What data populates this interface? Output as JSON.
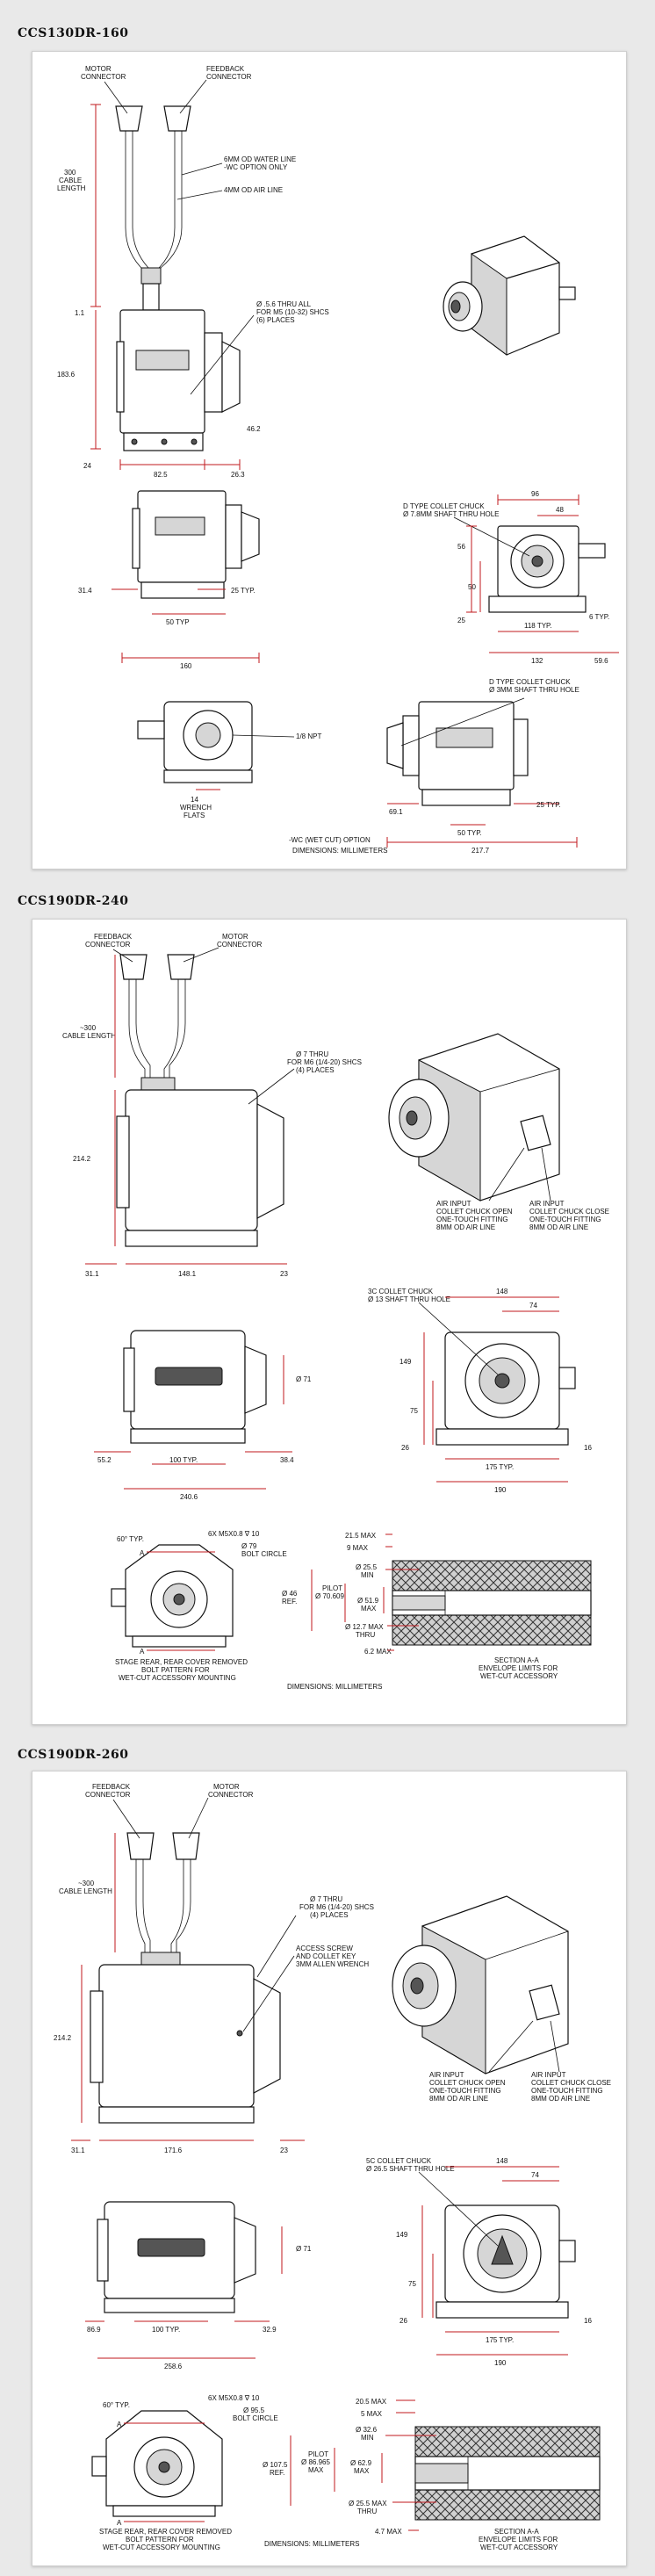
{
  "sections": [
    {
      "title": "CCS130DR-160",
      "labels": {
        "motor_connector": "MOTOR\nCONNECTOR",
        "feedback_connector": "FEEDBACK\nCONNECTOR",
        "cable_length": "300\nCABLE\nLENGTH",
        "water_line": "6MM OD WATER LINE\n-WC OPTION ONLY",
        "air_line": "4MM OD AIR LINE",
        "thru_holes": "Ø .5.6 THRU ALL\nFOR M5 (10-32) SHCS\n(6) PLACES",
        "dim_11": "1.1",
        "dim_183": "183.6",
        "dim_24": "24",
        "dim_825": "82.5",
        "dim_263": "26.3",
        "dim_462": "46.2",
        "collet_top": "D TYPE COLLET CHUCK\nØ 7.8MM SHAFT THRU HOLE",
        "dim_96": "96",
        "dim_48": "48",
        "dim_56": "56",
        "dim_50": "50",
        "dim_25": "25",
        "dim_6typ": "6 TYP.",
        "dim_118typ": "118 TYP.",
        "dim_132": "132",
        "dim_596": "59.6",
        "dim_314": "31.4",
        "dim_25typ": "25 TYP.",
        "dim_50typ": "50 TYP",
        "dim_160": "160",
        "npt": "1/8 NPT",
        "wrench": "14\nWRENCH\nFLATS",
        "collet_bottom": "D TYPE COLLET CHUCK\nØ 3MM SHAFT THRU HOLE",
        "dim_691": "69.1",
        "dim_25typ2": "25 TYP.",
        "dim_50typ2": "50 TYP.",
        "dim_2177": "217.7",
        "wc_option": "-WC (WET CUT) OPTION",
        "dimensions": "DIMENSIONS: MILLIMETERS"
      }
    },
    {
      "title": "CCS190DR-240",
      "labels": {
        "feedback_connector": "FEEDBACK\nCONNECTOR",
        "motor_connector": "MOTOR\nCONNECTOR",
        "cable_length": "~300\nCABLE LENGTH",
        "thru_holes": "Ø 7 THRU\nFOR M6 (1/4-20) SHCS\n(4) PLACES",
        "dim_2142": "214.2",
        "dim_311": "31.1",
        "dim_1481": "148.1",
        "dim_23": "23",
        "air_open": "AIR INPUT\nCOLLET CHUCK OPEN\nONE-TOUCH FITTING\n8MM OD AIR LINE",
        "air_close": "AIR INPUT\nCOLLET CHUCK CLOSE\nONE-TOUCH FITTING\n8MM OD AIR LINE",
        "collet": "3C COLLET CHUCK\nØ 13 SHAFT THRU HOLE",
        "dim_148": "148",
        "dim_74": "74",
        "dim_149": "149",
        "dim_75": "75",
        "dim_26": "26",
        "dim_16": "16",
        "dim_175typ": "175 TYP.",
        "dim_190": "190",
        "dim_71": "Ø 71",
        "dim_552": "55.2",
        "dim_100typ": "100 TYP.",
        "dim_384": "38.4",
        "dim_2406": "240.6",
        "dim_60typ": "60° TYP.",
        "bolt": "6X M5X0.8 ∇ 10",
        "bolt_circle": "Ø 79\nBOLT CIRCLE",
        "dim_215": "21.5 MAX",
        "dim_9max": "9 MAX",
        "dim_255": "Ø 25.5\nMIN",
        "dim_46": "Ø 46\nREF.",
        "pilot": "PILOT\nØ 70.609",
        "dim_519": "Ø 51.9\nMAX",
        "dim_127": "Ø 12.7 MAX\nTHRU",
        "dim_62": "6.2 MAX",
        "stage_rear": "STAGE REAR, REAR COVER REMOVED\nBOLT PATTERN FOR\nWET-CUT ACCESSORY MOUNTING",
        "dimensions": "DIMENSIONS: MILLIMETERS",
        "section_aa": "SECTION A-A\nENVELOPE LIMITS FOR\nWET-CUT ACCESSORY",
        "mark_a": "A"
      }
    },
    {
      "title": "CCS190DR-260",
      "labels": {
        "feedback_connector": "FEEDBACK\nCONNECTOR",
        "motor_connector": "MOTOR\nCONNECTOR",
        "cable_length": "~300\nCABLE LENGTH",
        "thru_holes": "Ø 7 THRU\nFOR M6 (1/4-20) SHCS\n(4) PLACES",
        "access_screw": "ACCESS SCREW\nAND COLLET KEY\n3MM ALLEN WRENCH",
        "dim_2142": "214.2",
        "dim_311": "31.1",
        "dim_1716": "171.6",
        "dim_23": "23",
        "air_open": "AIR INPUT\nCOLLET CHUCK OPEN\nONE-TOUCH FITTING\n8MM OD AIR LINE",
        "air_close": "AIR INPUT\nCOLLET CHUCK CLOSE\nONE-TOUCH FITTING\n8MM OD AIR LINE",
        "collet": "5C COLLET CHUCK\nØ 26.5 SHAFT THRU HOLE",
        "dim_148": "148",
        "dim_74": "74",
        "dim_149": "149",
        "dim_75": "75",
        "dim_26": "26",
        "dim_16": "16",
        "dim_175typ": "175 TYP.",
        "dim_190": "190",
        "dim_71": "Ø 71",
        "dim_869": "86.9",
        "dim_100typ": "100 TYP.",
        "dim_329": "32.9",
        "dim_2586": "258.6",
        "dim_60typ": "60° TYP.",
        "bolt": "6X M5X0.8 ∇ 10",
        "bolt_circle": "Ø 95.5\nBOLT CIRCLE",
        "dim_205": "20.5 MAX",
        "dim_5max": "5 MAX",
        "dim_326": "Ø 32.6\nMIN",
        "dim_1075": "Ø 107.5\nREF.",
        "pilot": "PILOT\nØ 86.965\nMAX",
        "dim_629": "Ø 62.9\nMAX",
        "dim_255": "Ø 25.5 MAX\nTHRU",
        "dim_47": "4.7 MAX",
        "stage_rear": "STAGE REAR, REAR COVER REMOVED\nBOLT PATTERN FOR\nWET-CUT ACCESSORY MOUNTING",
        "dimensions": "DIMENSIONS: MILLIMETERS",
        "section_aa": "SECTION A-A\nENVELOPE LIMITS FOR\nWET-CUT ACCESSORY",
        "mark_a": "A"
      }
    }
  ],
  "colors": {
    "dimension": "#c0181e",
    "outline": "#111111",
    "panel": "#ffffff",
    "page": "#e9e9e9"
  }
}
